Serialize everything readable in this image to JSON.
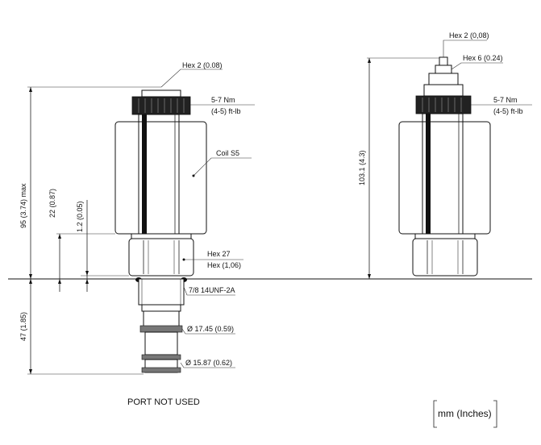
{
  "labels": {
    "left_hex_top": "Hex 2 (0.08)",
    "left_torque_nm": "5-7 Nm",
    "left_torque_ftlb": "(4-5) ft-lb",
    "coil": "Coil S5",
    "hex27": "Hex 27",
    "hex27_in": "Hex (1,06)",
    "thread": "7/8 14UNF-2A",
    "dia1": "Ø 17.45 (0.59)",
    "dia2": "Ø 15.87 (0.62)",
    "dim95": "95 (3.74) max",
    "dim22": "22 (0.87)",
    "dim12": "1.2 (0.05)",
    "dim47": "47 (1.85)",
    "port": "PORT NOT USED",
    "right_hex2": "Hex 2 (0,08)",
    "right_hex6": "Hex 6 (0.24)",
    "right_torque_nm": "5-7 Nm",
    "right_torque_ftlb": "(4-5) ft-lb",
    "dim1031": "103.1 (4.3)",
    "units": "mm (Inches)"
  }
}
